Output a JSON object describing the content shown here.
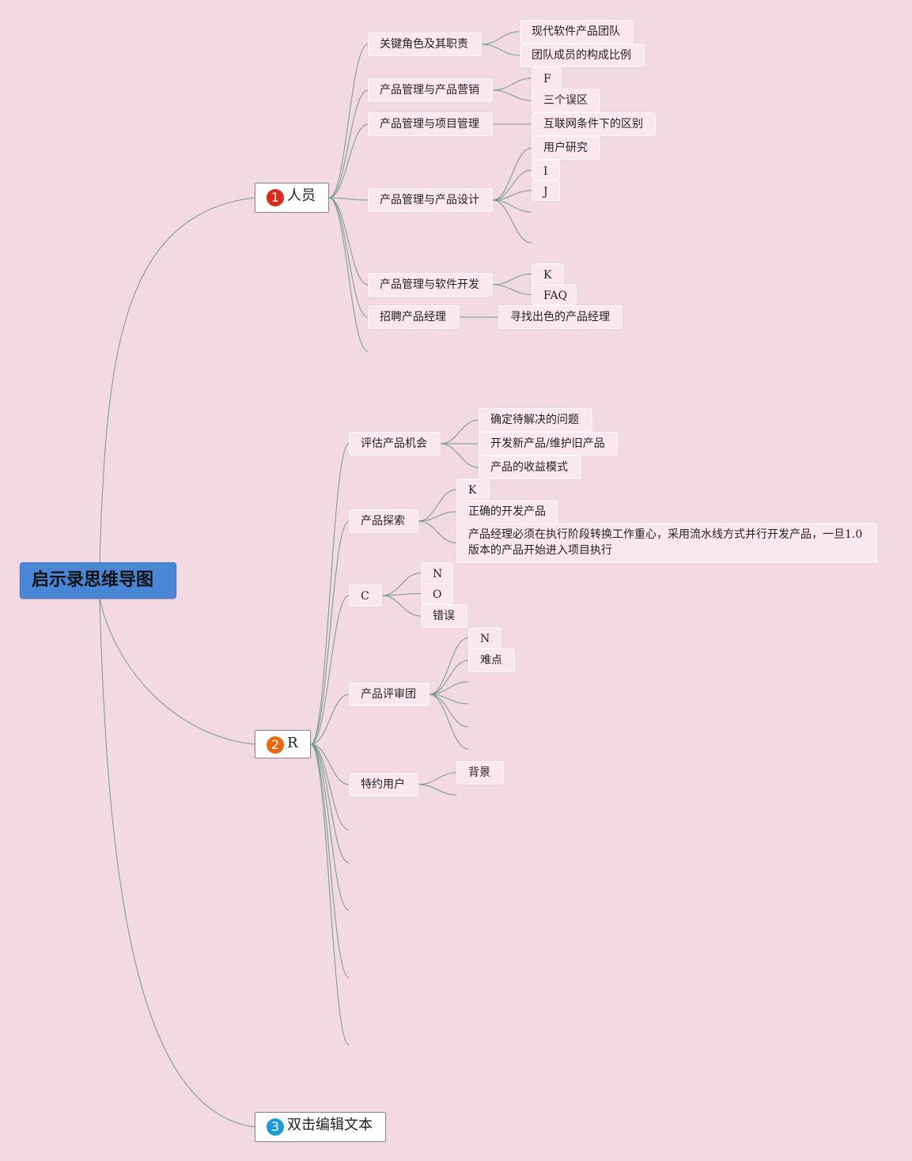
{
  "colors": {
    "background": "#f3d9e2",
    "root": "#4a86d6",
    "link": "#6f9a8a",
    "badge1": "#d92b1a",
    "badge2": "#e8680f",
    "badge3": "#1e9ad6"
  },
  "root": {
    "label": "启示录思维导图"
  },
  "branches": [
    {
      "badge": "1",
      "label": "人员",
      "children": [
        {
          "label": "关键角色及其职责",
          "children": [
            "现代软件产品团队",
            "团队成员的构成比例"
          ]
        },
        {
          "label": "产品管理与产品营销",
          "children": [
            "F",
            "三个误区"
          ]
        },
        {
          "label": "产品管理与项目管理",
          "children": [
            "互联网条件下的区别"
          ]
        },
        {
          "label": "产品管理与产品设计",
          "children": [
            "用户研究",
            "I",
            "J"
          ]
        },
        {
          "label": "产品管理与软件开发",
          "children": [
            "K",
            "FAQ"
          ]
        },
        {
          "label": "招聘产品经理",
          "children": [
            "寻找出色的产品经理"
          ]
        }
      ]
    },
    {
      "badge": "2",
      "label": "R",
      "children": [
        {
          "label": "评估产品机会",
          "children": [
            "确定待解决的问题",
            "开发新产品/维护旧产品",
            "产品的收益模式"
          ]
        },
        {
          "label": "产品探索",
          "children": [
            "K",
            "正确的开发产品",
            "产品经理必须在执行阶段转换工作重心，采用流水线方式并行开发产品，一旦1.0版本的产品开始进入项目执行"
          ]
        },
        {
          "label": "C",
          "children": [
            "N",
            "O",
            "错误"
          ]
        },
        {
          "label": "产品评审团",
          "children": [
            "N",
            "难点"
          ]
        },
        {
          "label": "特约用户",
          "children": [
            "背景"
          ]
        }
      ]
    },
    {
      "badge": "3",
      "label": "双击编辑文本",
      "children": []
    }
  ]
}
